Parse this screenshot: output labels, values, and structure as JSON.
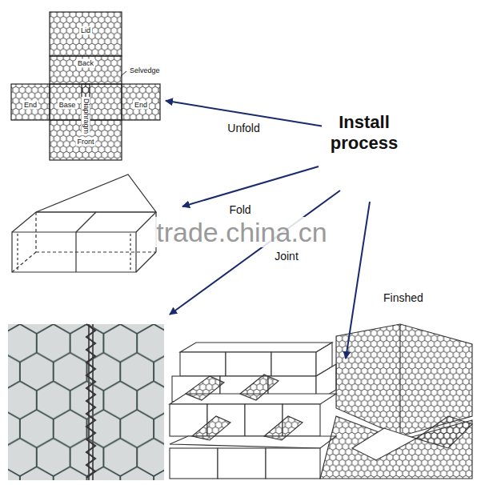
{
  "diagram": {
    "nodes": [
      {
        "text": [
          "Install process"
        ]
      },
      {
        "text": [
          "Lid",
          "Back",
          "Selvedge",
          "End",
          "Base",
          "Diaphragm",
          "End",
          "Front"
        ]
      }
    ],
    "edges": [
      {
        "from": 0,
        "to": 1,
        "label": "Unfold",
        "arrow": "to"
      }
    ],
    "labels": [
      "Fold",
      "Joint",
      "Finshed",
      "trade.china.cn"
    ]
  }
}
